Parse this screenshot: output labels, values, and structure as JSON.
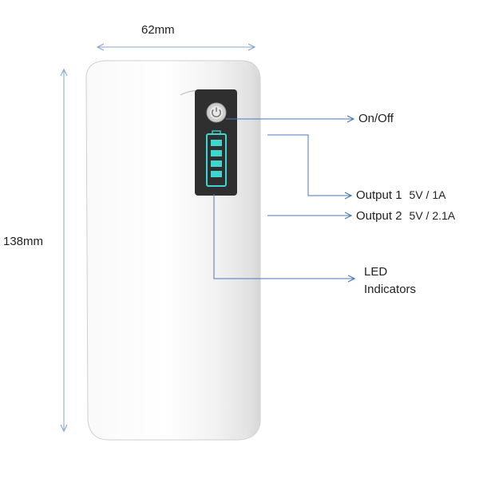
{
  "dimensions": {
    "width": "62mm",
    "height": "138mm"
  },
  "callouts": {
    "on_off": "On/Off",
    "output1": {
      "name": "Output 1",
      "spec": "5V / 1A"
    },
    "output2": {
      "name": "Output 2",
      "spec": "5V / 2.1A"
    },
    "led": {
      "line1": "LED",
      "line2": "Indicators"
    }
  },
  "device": {
    "power_icon": "power-icon",
    "battery_icon": "battery-icon",
    "battery_level_bars": 4
  },
  "colors": {
    "body": "#f4f4f4",
    "panel": "#2f2f2f",
    "led": "#3fd6cf",
    "dimension_line": "#86a6cf",
    "callout_line": "#4a78b8"
  }
}
